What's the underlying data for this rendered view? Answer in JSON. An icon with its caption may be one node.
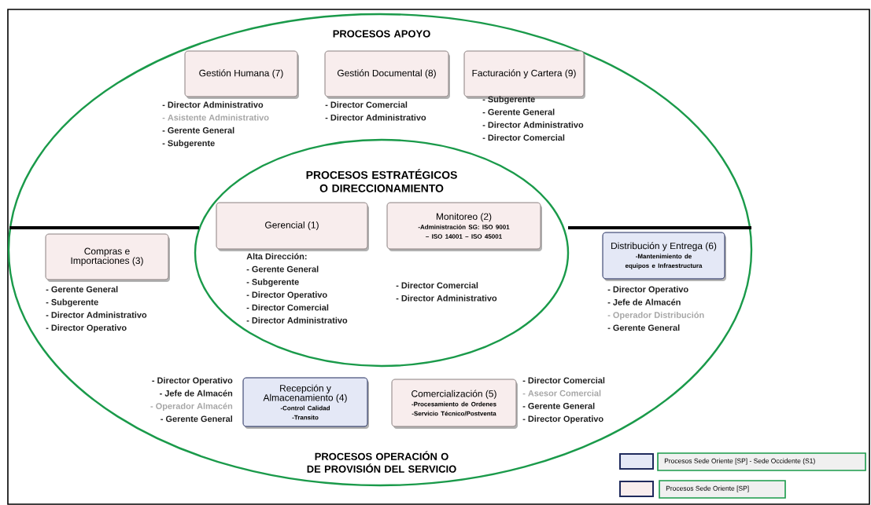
{
  "diagram": {
    "nodes": [
      {
        "text": [
          "PROCESOS APOYO",
          "PROCESOS OPERACIÓN O DE PROVISIÓN DEL SERVICIO"
        ]
      },
      {
        "text": [
          "Gestión Humana (7)"
        ],
        "in": 0,
        "beside": [
          "- Director Administrativo",
          "- Asistente Administrativo",
          "- Gerente General",
          "- Subgerente"
        ]
      },
      {
        "text": [
          "Gestión Documental (8)"
        ],
        "in": 0,
        "beside": [
          "- Director Comercial",
          "- Director Administrativo"
        ]
      },
      {
        "text": [
          "Facturación y Cartera (9)"
        ],
        "in": 0,
        "beside": [
          "- Subgerente",
          "- Gerente General",
          "- Director Administrativo",
          "- Director Comercial"
        ]
      },
      {
        "text": [
          "PROCESOS ESTRATÉGICOS O DIRECCIONAMIENTO"
        ],
        "in": 0
      },
      {
        "text": [
          "Gerencial (1)"
        ],
        "in": 4,
        "beside": [
          "Alta Dirección:",
          "- Gerente General",
          "- Subgerente",
          "- Director Operativo",
          "- Director Comercial",
          "- Director Administrativo"
        ]
      },
      {
        "text": [
          "Monitoreo (2)",
          "-Administración SG: ISO 9001 – ISO 14001 – ISO 45001"
        ],
        "in": 4,
        "beside": [
          "- Director Comercial",
          "- Director Administrativo"
        ]
      },
      {
        "text": [
          "Compras e Importaciones (3)"
        ],
        "in": 0,
        "beside": [
          "- Gerente General",
          "- Subgerente",
          "- Director Administrativo",
          "- Director Operativo"
        ]
      },
      {
        "text": [
          "Distribución y Entrega (6)",
          "-Mantenimiento de equipos e Infraestructura"
        ],
        "in": 0,
        "beside": [
          "- Director Operativo",
          "- Jefe de Almacén",
          "- Operador Distribución",
          "- Gerente General"
        ]
      },
      {
        "text": [
          "Recepción y Almacenamiento (4)",
          "-Control Calidad",
          "-Transito"
        ],
        "in": 0,
        "beside": [
          "- Director Operativo",
          "- Jefe de Almacén",
          "- Operador Almacén",
          "- Gerente General"
        ]
      },
      {
        "text": [
          "Comercialización (5)",
          "-Procesamiento de Ordenes",
          "-Servicio Técnico/Postventa"
        ],
        "in": 0,
        "beside": [
          "- Director Comercial",
          "- Asesor Comercial",
          "- Gerente General",
          "- Director Operativo"
        ]
      }
    ],
    "legend": [
      {
        "text": "Procesos Sede Oriente [SP] - Sede Occidente  (S1)",
        "color": "#e4e8f6"
      },
      {
        "text": "Procesos Sede Oriente [SP]",
        "color": "#f8eded"
      }
    ]
  }
}
